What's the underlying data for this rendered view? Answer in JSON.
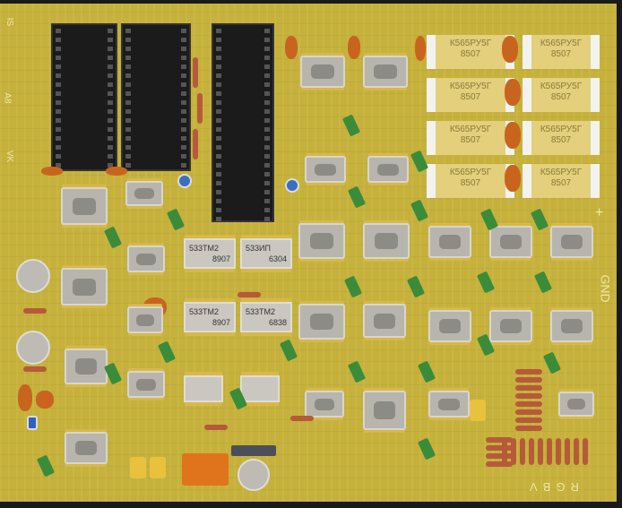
{
  "board": {
    "memory_chips": [
      {
        "part": "К565РУ5Г",
        "date": "8507"
      },
      {
        "part": "К565РУ5Г",
        "date": "8507"
      },
      {
        "part": "К565РУ5Г",
        "date": "8507"
      },
      {
        "part": "К565РУ5Г",
        "date": "8507"
      },
      {
        "part": "К565РУ5Г",
        "date": "8507"
      },
      {
        "part": "К565РУ5Г",
        "date": "8507"
      },
      {
        "part": "К565РУ5Г",
        "date": "8507"
      },
      {
        "part": "К565РУ5Г",
        "date": "8507"
      }
    ],
    "logic_chips": [
      {
        "part": "533ТМ2",
        "date": "8907"
      },
      {
        "part": "533ИП",
        "date": "6304"
      },
      {
        "part": "533ТМ2",
        "date": "8907"
      },
      {
        "part": "533ТМ2",
        "date": "6838"
      }
    ],
    "silkscreen": {
      "gnd": "GND",
      "plus": "+",
      "bottom": "RGBV",
      "left_a": "A8",
      "left_b": "VK",
      "left_c": "IS"
    }
  }
}
